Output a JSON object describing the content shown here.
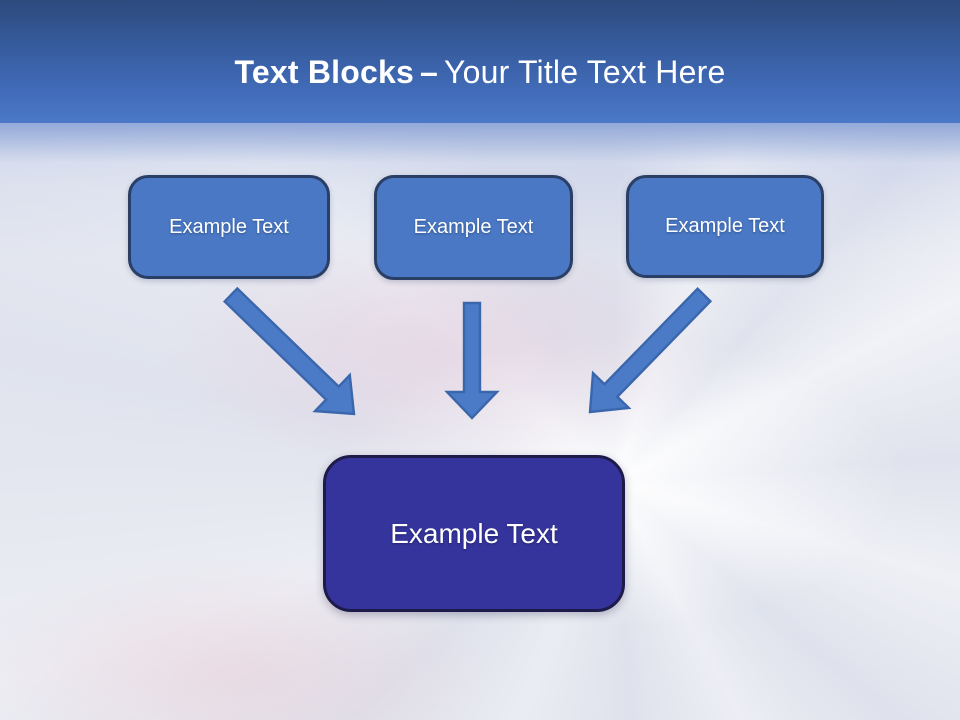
{
  "slide": {
    "title": {
      "bold": "Text Blocks",
      "separator": "–",
      "rest": "Your Title Text Here"
    },
    "blocks": [
      {
        "label": "Example Text"
      },
      {
        "label": "Example Text"
      },
      {
        "label": "Example Text"
      }
    ],
    "center_block": {
      "label": "Example Text"
    },
    "arrows": [
      {
        "name": "connector-arrow-left",
        "direction": "diagonal-down-right"
      },
      {
        "name": "connector-arrow-center",
        "direction": "straight-down"
      },
      {
        "name": "connector-arrow-right",
        "direction": "diagonal-down-left"
      }
    ],
    "colors": {
      "header_top": "#2d4a7d",
      "header_mid": "#3b63ab",
      "header_bottom": "#4b78c9",
      "fade": "#93a9d8",
      "bg_base": "#dfe2ed",
      "block_fill": "#4a78c4",
      "block_border": "#2a3f66",
      "center_fill": "#35349c",
      "center_border": "#1d1b4a",
      "arrow_fill": "#4b7ac6",
      "arrow_stroke": "#3a66ac",
      "title_color": "#ffffff",
      "block_text": "#ffffff"
    }
  }
}
